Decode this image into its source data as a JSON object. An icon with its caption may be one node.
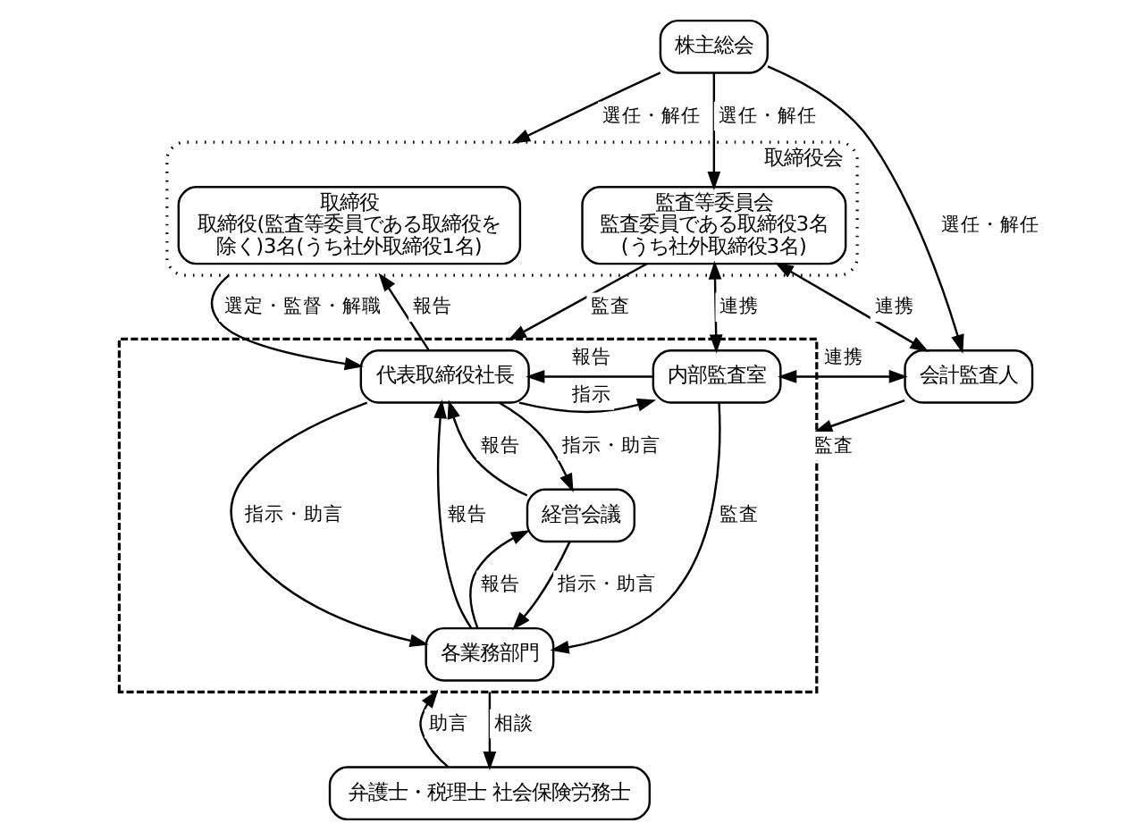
{
  "diagram": {
    "nodes": [
      {
        "text": [
          "株主総会"
        ]
      },
      {
        "text": [],
        "shape": "box"
      },
      {
        "text": [
          "取締役会"
        ]
      },
      {
        "text": [
          "取締役",
          "取締役(監査等委員である取締役を除く)3名(うち社外取締役1名)"
        ],
        "in": 2
      },
      {
        "text": [
          "監査等委員会",
          "監査委員である取締役3名 (うち社外取締役3名)"
        ],
        "in": 2
      },
      {
        "text": [
          "代表取締役社長"
        ],
        "in": 1
      },
      {
        "text": [
          "内部監査室"
        ],
        "in": 1
      },
      {
        "text": [
          "会計監査人"
        ]
      },
      {
        "text": [
          "経営会議"
        ],
        "in": 1
      },
      {
        "text": [
          "各業務部門"
        ],
        "in": 1
      },
      {
        "text": [
          "弁護士・税理士 社会保険労務士"
        ]
      }
    ],
    "edges": [
      {
        "from": 0,
        "to": 2,
        "arrow": "to",
        "label": "選任・解任"
      },
      {
        "from": 0,
        "to": 4,
        "arrow": "to",
        "label": "選任・解任"
      },
      {
        "from": 0,
        "to": 7,
        "arrow": "to",
        "label": "選任・解任"
      },
      {
        "from": 4,
        "to": 1,
        "arrow": "to",
        "label": "監査"
      },
      {
        "from": 6,
        "to": 4,
        "arrow": "both",
        "label": "連携"
      },
      {
        "from": 4,
        "to": 7,
        "arrow": "both",
        "label": "連携"
      },
      {
        "from": 2,
        "to": 5,
        "arrow": "to",
        "label": "選定・監督・解職"
      },
      {
        "from": 5,
        "to": 2,
        "arrow": "to",
        "label": "報告"
      },
      {
        "from": 6,
        "to": 5,
        "arrow": "to",
        "label": "報告"
      },
      {
        "from": 5,
        "to": 6,
        "arrow": "to",
        "label": "指示"
      },
      {
        "from": 6,
        "to": 7,
        "arrow": "both",
        "label": "連携"
      },
      {
        "from": 7,
        "to": 1,
        "arrow": "to",
        "label": "監査"
      },
      {
        "from": 5,
        "to": 9,
        "arrow": "to",
        "label": "指示・助言"
      },
      {
        "from": 9,
        "to": 5,
        "arrow": "to",
        "label": "報告"
      },
      {
        "from": 5,
        "to": 8,
        "arrow": "to",
        "label": "指示・助言"
      },
      {
        "from": 8,
        "to": 5,
        "arrow": "to",
        "label": "報告"
      },
      {
        "from": 8,
        "to": 9,
        "arrow": "to",
        "label": "指示・助言"
      },
      {
        "from": 9,
        "to": 8,
        "arrow": "to",
        "label": "報告"
      },
      {
        "from": 6,
        "to": 9,
        "arrow": "to",
        "label": "監査"
      },
      {
        "from": 10,
        "to": 1,
        "arrow": "to",
        "label": "助言"
      },
      {
        "from": 1,
        "to": 10,
        "arrow": "to",
        "label": "相談"
      }
    ]
  }
}
